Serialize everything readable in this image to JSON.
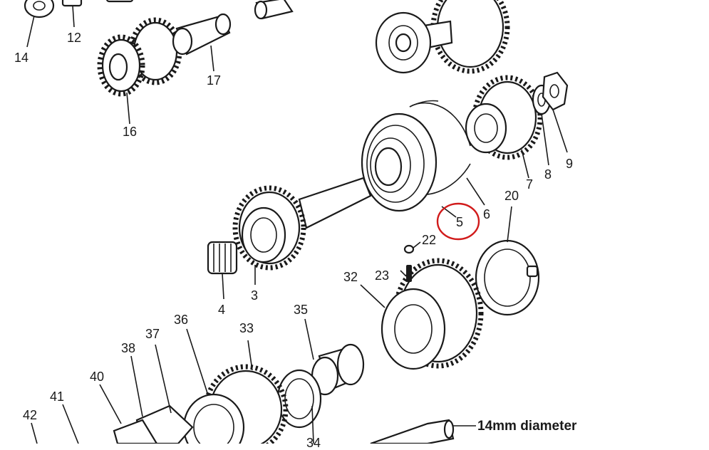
{
  "callouts": {
    "c14": "14",
    "c12": "12",
    "c16": "16",
    "c17": "17",
    "c9": "9",
    "c8": "8",
    "c7": "7",
    "c6": "6",
    "c5": "5",
    "c20": "20",
    "c22": "22",
    "c23": "23",
    "c32": "32",
    "c3": "3",
    "c4": "4",
    "c35": "35",
    "c36": "36",
    "c33": "33",
    "c37": "37",
    "c38": "38",
    "c40": "40",
    "c41": "41",
    "c42": "42",
    "c34": "34"
  },
  "annotation": {
    "note": "14mm diameter",
    "highlight_color": "#d11b1b"
  }
}
